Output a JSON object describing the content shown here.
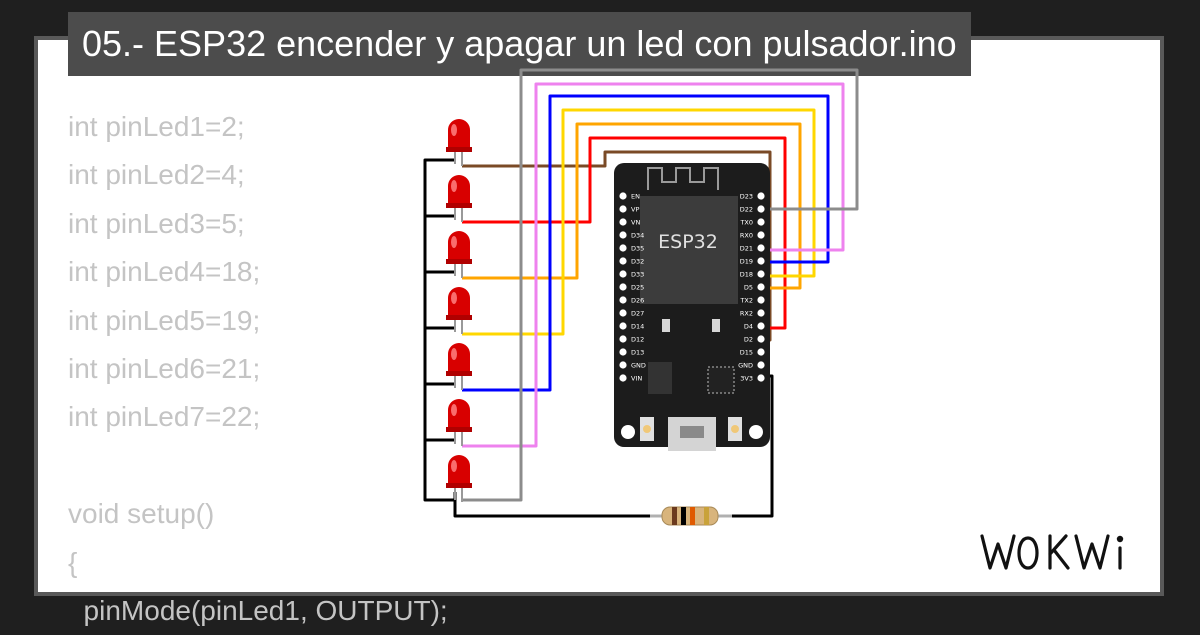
{
  "title": "05.- ESP32 encender y apagar un led con pulsador.ino",
  "code_lines": [
    "int pinLed1=2;",
    "int pinLed2=4;",
    "int pinLed3=5;",
    "int pinLed4=18;",
    "int pinLed5=19;",
    "int pinLed6=21;",
    "int pinLed7=22;",
    "",
    "void setup()",
    "{",
    "  pinMode(pinLed1, OUTPUT);"
  ],
  "board": {
    "chip_label": "ESP32",
    "left_pins": [
      "EN",
      "VP",
      "VN",
      "D34",
      "D35",
      "D32",
      "D33",
      "D25",
      "D26",
      "D27",
      "D14",
      "D12",
      "D13",
      "GND",
      "VIN"
    ],
    "right_pins": [
      "D23",
      "D22",
      "TX0",
      "RX0",
      "D21",
      "D19",
      "D18",
      "D5",
      "TX2",
      "RX2",
      "D4",
      "D2",
      "D15",
      "GND",
      "3V3"
    ]
  },
  "wire_colors": [
    "#7a4a26",
    "#ff0000",
    "#ffa500",
    "#ffd700",
    "#0000ff",
    "#ee82ee",
    "#8c8c8c"
  ],
  "logo": "WOKWi"
}
